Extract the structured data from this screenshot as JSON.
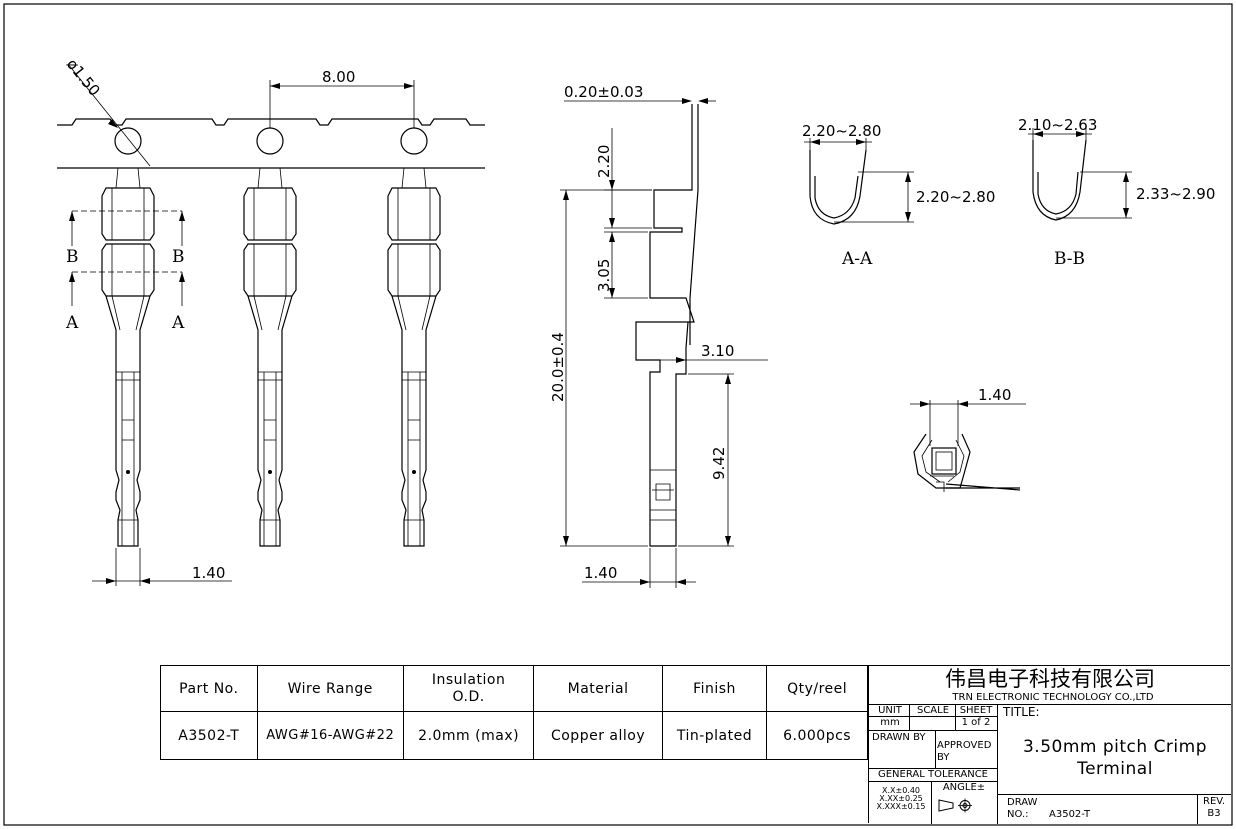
{
  "dims": {
    "hole_dia": "ø1.50",
    "pitch": "8.00",
    "width_front": "1.40",
    "thickness": "0.20±0.03",
    "d220": "2.20",
    "d305": "3.05",
    "length": "20.0±0.4",
    "d310": "3.10",
    "d942": "9.42",
    "width_side": "1.40",
    "aa_w": "2.20~2.80",
    "aa_h": "2.20~2.80",
    "bb_w": "2.10~2.63",
    "bb_h": "2.33~2.90",
    "end_w": "1.40"
  },
  "sections": {
    "a": "A",
    "b": "B",
    "aa": "A-A",
    "bb": "B-B"
  },
  "spec_table": {
    "headers": [
      "Part No.",
      "Wire Range",
      "Insulation\nO.D.",
      "Material",
      "Finish",
      "Qty/reel"
    ],
    "row": [
      "A3502-T",
      "AWG#16-AWG#22",
      "2.0mm (max)",
      "Copper alloy",
      "Tin-plated",
      "6.000pcs"
    ]
  },
  "title_block": {
    "company_cn": "伟昌电子科技有限公司",
    "company_en": "TRN ELECTRONIC TECHNOLOGY CO.,LTD",
    "unit_label": "UNIT",
    "scale_label": "SCALE",
    "sheet_label": "SHEET",
    "unit_value": "mm",
    "sheet_value": "1 of 2",
    "title_label": "TITLE:",
    "drawn_by": "DRAWN BY",
    "approved_by": "APPROVED BY",
    "title_line1": "3.50mm pitch Crimp",
    "title_line2": "Terminal",
    "general_tol": "GENERAL TOLERANCE",
    "angle": "ANGLE±",
    "tol1": "X.X±0.40",
    "tol2": "X.XX±0.25",
    "tol3": "X.XXX±0.15",
    "draw_no_label": "DRAW NO.:",
    "draw_no": "A3502-T",
    "rev_label": "REV.",
    "rev_value": "B3"
  }
}
